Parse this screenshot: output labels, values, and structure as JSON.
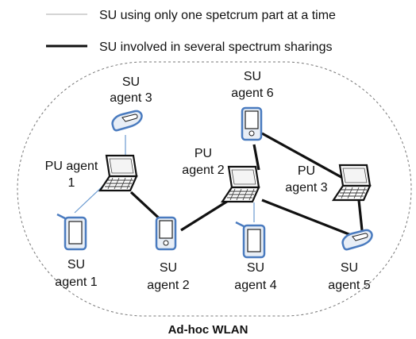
{
  "legend": {
    "thin_label": "SU using only one spetcrum part at a time",
    "thick_label": "SU involved in several spectrum sharings"
  },
  "title": "Ad-hoc WLAN",
  "nodes": {
    "pu1": {
      "line1": "PU agent",
      "line2": "1",
      "icon": "laptop-icon"
    },
    "pu2": {
      "line1": "PU",
      "line2": "agent 2",
      "icon": "laptop-icon"
    },
    "pu3": {
      "line1": "PU",
      "line2": "agent 3",
      "icon": "laptop-icon"
    },
    "su1": {
      "line1": "SU",
      "line2": "agent 1",
      "icon": "pda-icon"
    },
    "su2": {
      "line1": "SU",
      "line2": "agent 2",
      "icon": "pda-icon"
    },
    "su3": {
      "line1": "SU",
      "line2": "agent 3",
      "icon": "phone-icon"
    },
    "su4": {
      "line1": "SU",
      "line2": "agent 4",
      "icon": "pda-icon"
    },
    "su5": {
      "line1": "SU",
      "line2": "agent 5",
      "icon": "phone-icon"
    },
    "su6": {
      "line1": "SU",
      "line2": "agent 6",
      "icon": "pda-icon"
    }
  },
  "links": [
    {
      "from": "pu1",
      "to": "su3",
      "type": "thin"
    },
    {
      "from": "pu1",
      "to": "su1",
      "type": "thin"
    },
    {
      "from": "pu1",
      "to": "su2",
      "type": "thick"
    },
    {
      "from": "su2",
      "to": "pu2",
      "type": "thick"
    },
    {
      "from": "pu2",
      "to": "su6",
      "type": "thick"
    },
    {
      "from": "pu2",
      "to": "su4",
      "type": "thin"
    },
    {
      "from": "pu2",
      "to": "su5",
      "type": "thick"
    },
    {
      "from": "su6",
      "to": "pu3",
      "type": "thick"
    },
    {
      "from": "pu3",
      "to": "su5",
      "type": "thick"
    }
  ],
  "colors": {
    "device_outline": "#4a7bbf",
    "device_fill": "#e8eef6",
    "laptop_outline": "#111111",
    "thin_line": "#6a9ad0",
    "thick_line": "#111111",
    "boundary": "#777777"
  }
}
